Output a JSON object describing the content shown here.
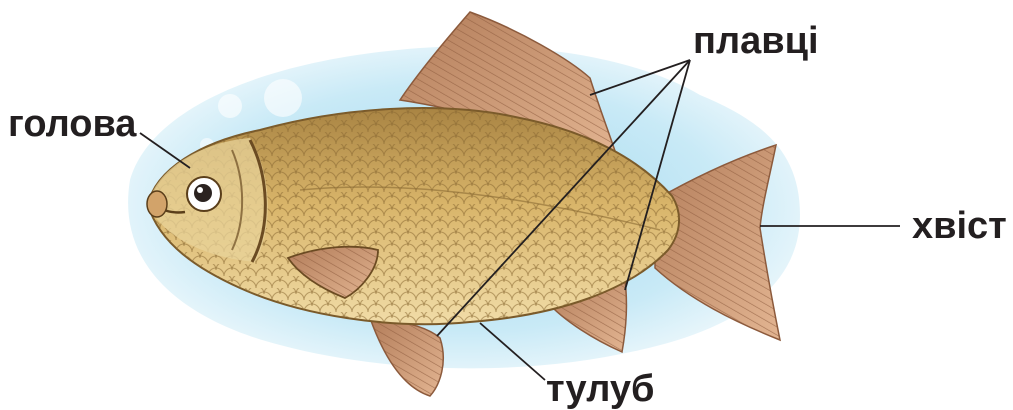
{
  "labels": {
    "head": "голова",
    "fins": "плавці",
    "tail": "хвіст",
    "body": "тулуб"
  },
  "colors": {
    "water": "#bfe6f5",
    "scales": "#d9b56a",
    "fins": "#c98e66",
    "leader_line": "#231f20"
  }
}
